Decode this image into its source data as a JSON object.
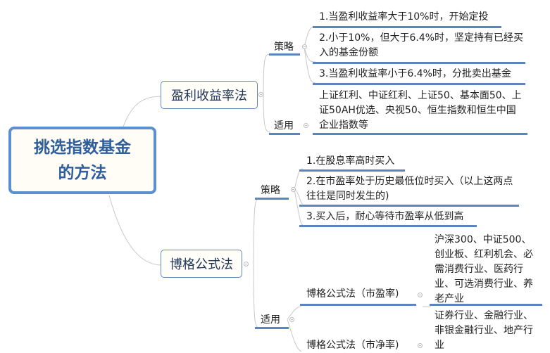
{
  "root": {
    "line1": "挑选指数基金",
    "line2": "的方法"
  },
  "branches": [
    {
      "title": "盈利收益率法",
      "groups": [
        {
          "label": "策略",
          "items": [
            "1.当盈利收益率大于10%时，开始定投",
            "2.小于10%，但大于6.4%时，坚定持有已经买入的基金份额",
            "3.当盈利收益率小于6.4%时，分批卖出基金"
          ]
        },
        {
          "label": "适用",
          "items": [
            "上证红利、中证红利、上证50、基本面50、上证50AH优选、央视50、恒生指数和恒生中国企业指数等"
          ]
        }
      ]
    },
    {
      "title": "博格公式法",
      "groups": [
        {
          "label": "策略",
          "items": [
            "1.在股息率高时买入",
            "2.在市盈率处于历史最低位时买入（以上这两点往往是同时发生的)",
            "3.买入后，耐心等待市盈率从低到高"
          ]
        },
        {
          "label": "适用",
          "subgroups": [
            {
              "label": "博格公式法（市盈率)",
              "items": [
                "沪深300、中证500、创业板、红利机会、必需消费行业、医药行业、可选消费行业、养老产业"
              ]
            },
            {
              "label": "博格公式法（市净率)",
              "items": [
                "证券行业、金融行业、非银金融行业、地产行业"
              ]
            }
          ]
        }
      ]
    }
  ],
  "colors": {
    "root_border": "#5b8fd0",
    "root_text": "#2e5e9b",
    "node_border": "#5f87bb",
    "underline": "#5b86bd",
    "connector": "#c8c8c8"
  }
}
